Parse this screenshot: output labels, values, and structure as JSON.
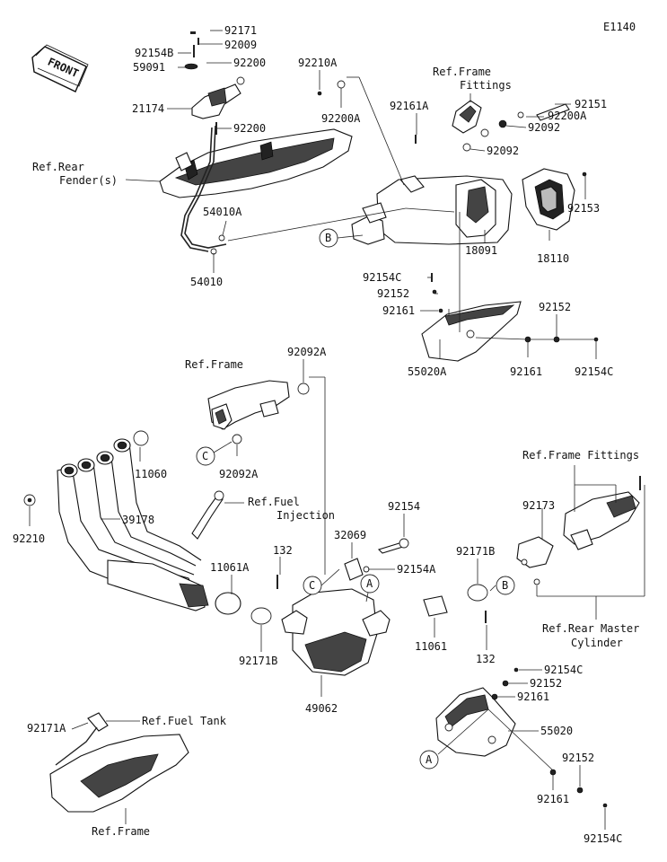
{
  "diagram_id": "E1140",
  "front_label": "FRONT",
  "part_numbers": {
    "p92171_top": "92171",
    "p92009": "92009",
    "p92154B": "92154B",
    "p59091": "59091",
    "p92200_a": "92200",
    "p21174": "21174",
    "p92200_b": "92200",
    "p54010A": "54010A",
    "p54010": "54010",
    "p92210A": "92210A",
    "p92200A_top": "92200A",
    "p92161A": "92161A",
    "p92151": "92151",
    "p92200A_right": "92200A",
    "p92092_a": "92092",
    "p92092_b": "92092",
    "p92153": "92153",
    "p18091": "18091",
    "p18110": "18110",
    "p92154C_mid": "92154C",
    "p92152_mid": "92152",
    "p92161_mid": "92161",
    "p55020A": "55020A",
    "p92161_mid2": "92161",
    "p92152_mid2": "92152",
    "p92154C_mid2": "92154C",
    "p92092A_top": "92092A",
    "p92092A_bot": "92092A",
    "p11060": "11060",
    "p92210": "92210",
    "p39178": "39178",
    "p92154": "92154",
    "p32069": "32069",
    "p92154A": "92154A",
    "p92173": "92173",
    "p92171B_right": "92171B",
    "p11061A": "11061A",
    "p132_left": "132",
    "p92171B_left": "92171B",
    "p49062": "49062",
    "p11061": "11061",
    "p132_right": "132",
    "p92154C_bot": "92154C",
    "p92152_bot": "92152",
    "p92161_bot": "92161",
    "p55020": "55020",
    "p92152_bot2": "92152",
    "p92161_bot2": "92161",
    "p92154C_bot2": "92154C",
    "p92171A": "92171A"
  },
  "references": {
    "rear_fender_1": "Ref.Rear",
    "rear_fender_2": "Fender(s)",
    "frame_fittings_top_1": "Ref.Frame",
    "frame_fittings_top_2": "Fittings",
    "frame_mid": "Ref.Frame",
    "fuel_injection_1": "Ref.Fuel",
    "fuel_injection_2": "Injection",
    "frame_fittings_right": "Ref.Frame Fittings",
    "rear_master_1": "Ref.Rear Master",
    "rear_master_2": "Cylinder",
    "fuel_tank": "Ref.Fuel Tank",
    "frame_bottom": "Ref.Frame"
  },
  "callouts": {
    "a": "A",
    "b": "B",
    "c": "C"
  }
}
